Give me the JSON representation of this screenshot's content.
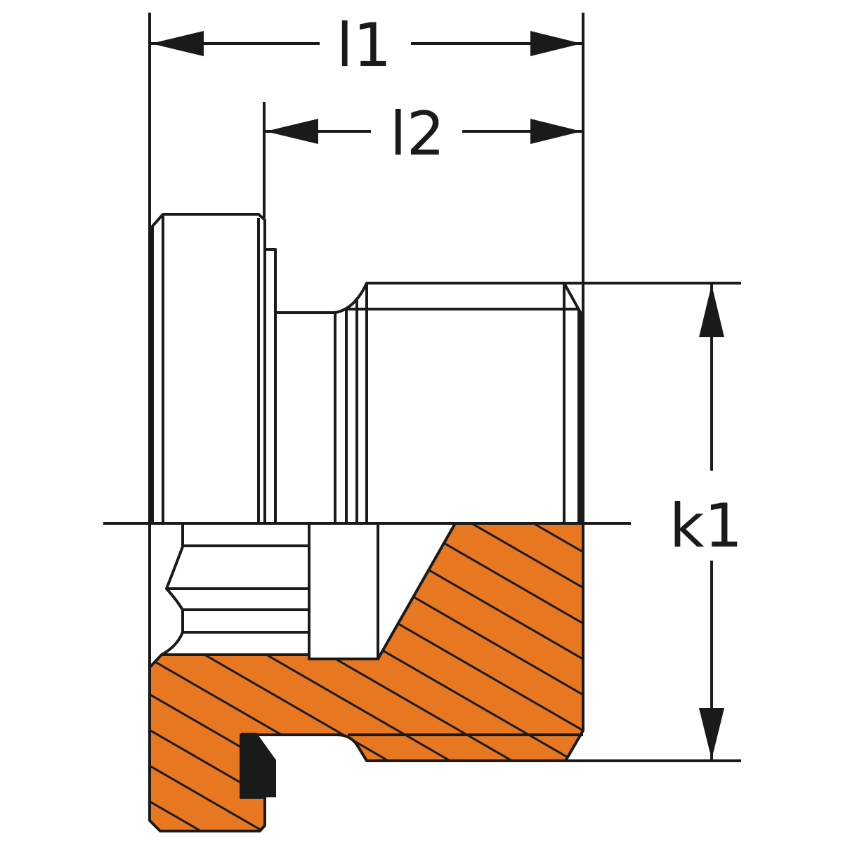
{
  "labels": {
    "l1": "l1",
    "l2": "l2",
    "k1": "k1"
  },
  "colors": {
    "section_fill": "#E87722",
    "line": "#1a1a1a",
    "seal": "#1a1a1a",
    "background": "#ffffff"
  }
}
